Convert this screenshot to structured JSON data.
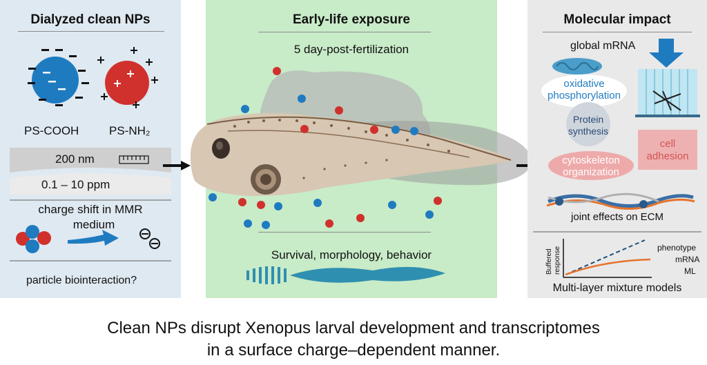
{
  "panels": {
    "left": {
      "title": "Dialyzed clean NPs",
      "ps_cooh_label": "PS-COOH",
      "ps_nh2_label": "PS-NH₂",
      "size_label": "200 nm",
      "conc_label": "0.1 – 10 ppm",
      "charge_shift_line1": "charge shift in MMR",
      "charge_shift_line2": "medium",
      "biointeraction": "particle biointeraction?"
    },
    "middle": {
      "title": "Early-life exposure",
      "timepoint": "5 day-post-fertilization",
      "endpoints": "Survival, morphology, behavior"
    },
    "right": {
      "title": "Molecular impact",
      "global_mrna": "global mRNA",
      "oxphos_line1": "oxidative",
      "oxphos_line2": "phosphorylation",
      "protein_line1": "Protein",
      "protein_line2": "synthesis",
      "cell_line1": "cell",
      "cell_line2": "adhesion",
      "cyto_line1": "cytoskeleton",
      "cyto_line2": "organization",
      "ecm_label": "joint effects on ECM",
      "ylabel_line1": "Buffered",
      "ylabel_line2": "response",
      "legend_phenotype": "phenotype",
      "legend_mrna": "mRNA",
      "legend_ml": "ML",
      "models_label": "Multi-layer mixture models"
    }
  },
  "caption": {
    "line1": "Clean NPs disrupt Xenopus larval development and transcriptomes",
    "line2": "in a surface charge–dependent manner."
  },
  "colors": {
    "negative_np": "#1f7bc0",
    "positive_np": "#d0312d",
    "left_panel": "#dfe9f1",
    "middle_panel": "#c8ebc8",
    "right_panel": "#e9e9e9",
    "arrow_blue": "#1f7bc0",
    "mrna_line": "#e8722a",
    "phenotype_line": "#1e4f7a"
  },
  "icons": [
    "negative-charge-icon",
    "positive-charge-icon",
    "ruler-icon",
    "arrow-right-icon",
    "arrow-down-icon",
    "tadpole-illustration",
    "mitochondrion-icon",
    "epithelium-icon",
    "ecm-fiber-icon"
  ]
}
